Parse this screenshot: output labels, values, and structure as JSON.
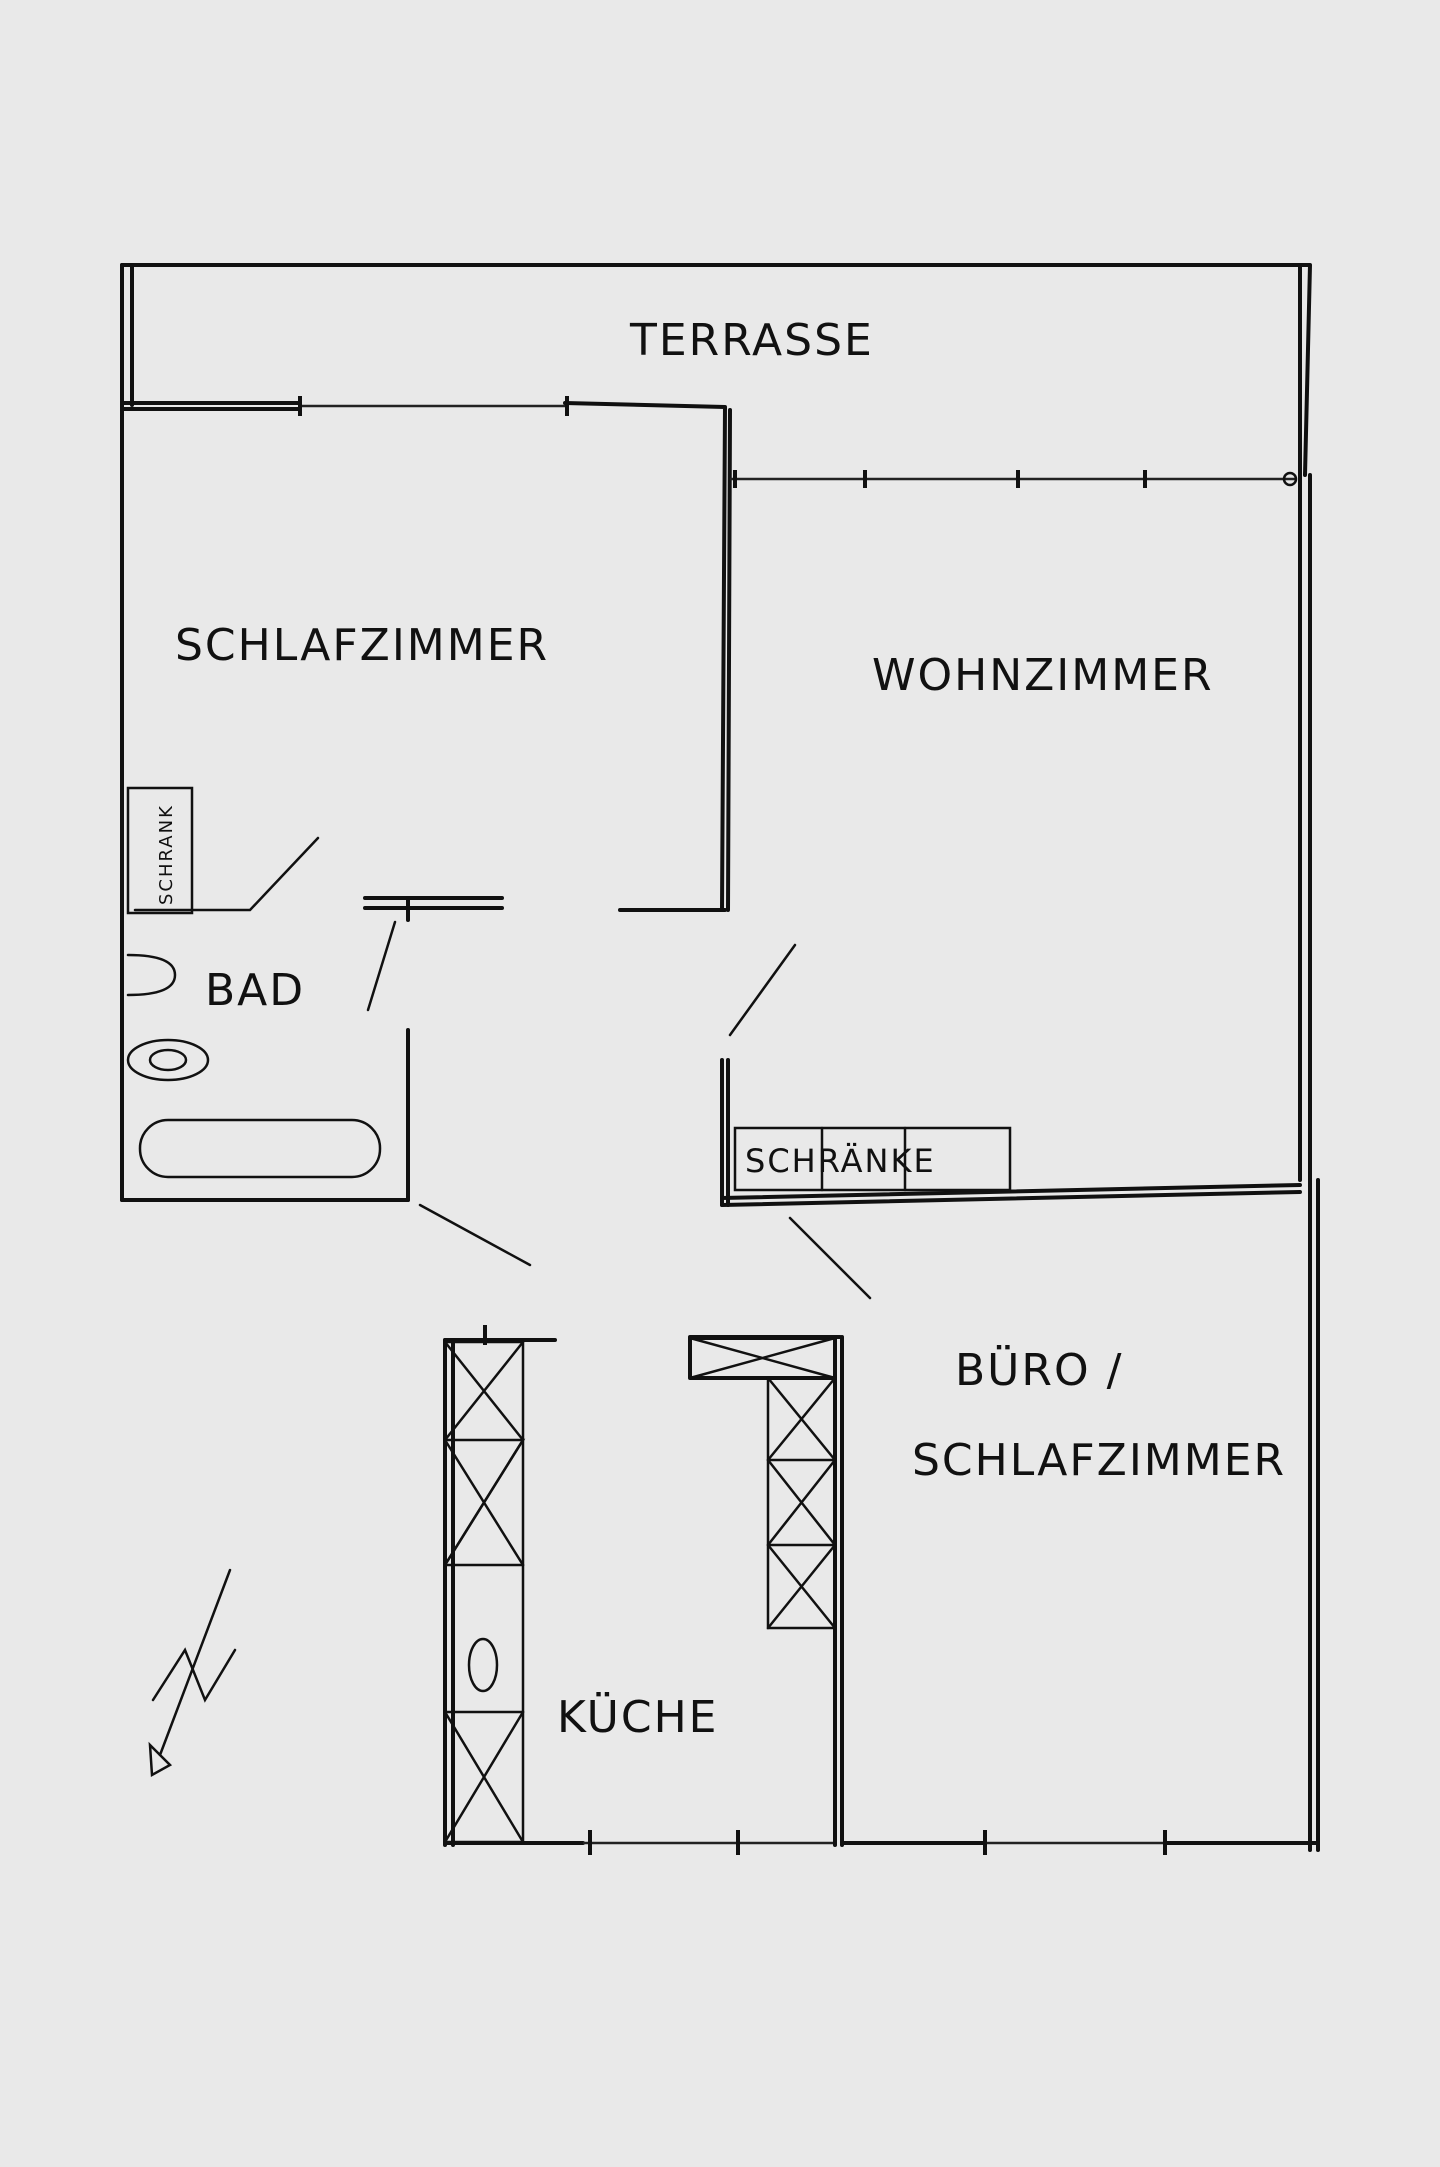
{
  "rooms": {
    "terrasse": "TERRASSE",
    "schlafzimmer": "SCHLAFZIMMER",
    "wohnzimmer": "WOHNZIMMER",
    "bad": "BAD",
    "schrank": "SCHRANK",
    "schraenke": "SCHRÄNKE",
    "buero_line1": "BÜRO /",
    "buero_line2": "SCHLAFZIMMER",
    "kueche": "KÜCHE"
  },
  "colors": {
    "paper": "#e9e9e9",
    "ink": "#111111"
  },
  "icons": [
    "north-arrow-icon",
    "toilet-icon",
    "sink-icon",
    "bathtub-icon",
    "stove-icon"
  ]
}
